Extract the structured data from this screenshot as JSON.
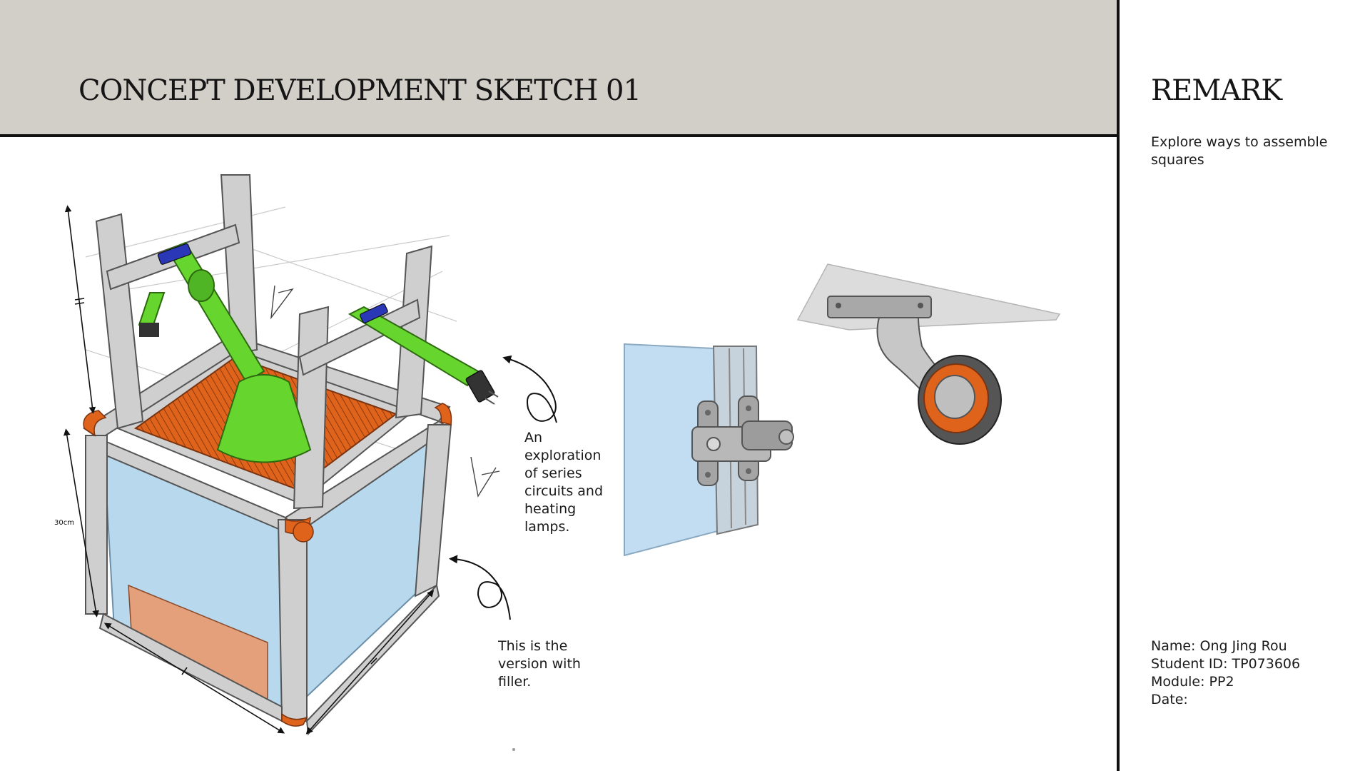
{
  "header": {
    "title": "CONCEPT DEVELOPMENT SKETCH 01"
  },
  "remark": {
    "heading": "REMARK",
    "text": "Explore ways to assemble squares",
    "info": {
      "name": "Name: Ong Jing Rou",
      "student_id": "Student ID: TP073606",
      "module": "Module: PP2",
      "date": "Date:"
    }
  },
  "annotations": {
    "note1": "An exploration of series circuits and heating lamps.",
    "note2": "This is the version with filler.",
    "dimension": "30cm"
  },
  "colors": {
    "header_band": "#d2cec8",
    "frame_grey": "#c9c9c9",
    "glass_blue": "#b8d8ee",
    "heater_orange": "#e0631c",
    "lamp_green": "#66d62e"
  }
}
